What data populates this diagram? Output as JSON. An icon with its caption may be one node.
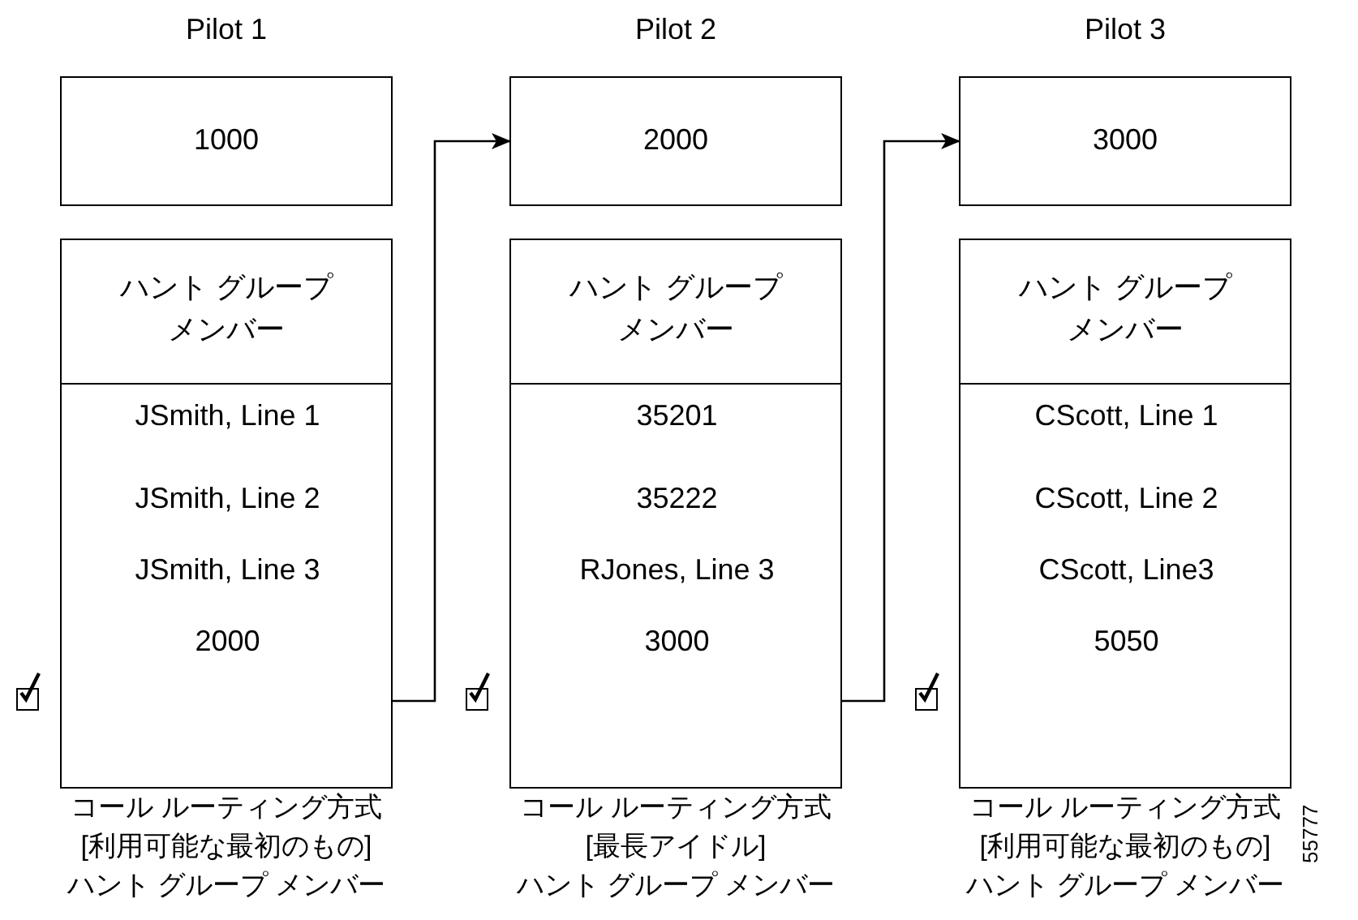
{
  "diagram": {
    "nodes": [
      {
        "text": [
          "Pilot 1",
          "1000"
        ]
      },
      {
        "text": [
          "ハント グループメンバー"
        ],
        "beside": [
          "コール ルーティング方式",
          "[利用可能な最初のもの]",
          "ハント グループ メンバー"
        ]
      },
      {
        "text": [
          "JSmith, Line 1"
        ],
        "in": 1
      },
      {
        "text": [
          "JSmith, Line 2"
        ],
        "in": 1
      },
      {
        "text": [
          "JSmith, Line 3"
        ],
        "in": 1
      },
      {
        "text": [
          "2000"
        ],
        "in": 1
      },
      {
        "text": [
          "Pilot 2",
          "2000"
        ]
      },
      {
        "text": [
          "ハント グループメンバー"
        ],
        "beside": [
          "コール ルーティング方式",
          "[最長アイドル]",
          "ハント グループ メンバー"
        ]
      },
      {
        "text": [
          "35201"
        ],
        "in": 7
      },
      {
        "text": [
          "35222"
        ],
        "in": 7
      },
      {
        "text": [
          "RJones, Line 3"
        ],
        "in": 7
      },
      {
        "text": [
          "3000"
        ],
        "in": 7
      },
      {
        "text": [
          "Pilot 3",
          "3000"
        ]
      },
      {
        "text": [
          "ハント グループメンバー"
        ],
        "beside": [
          "コール ルーティング方式",
          "[利用可能な最初のもの]",
          "ハント グループ メンバー"
        ]
      },
      {
        "text": [
          "CScott, Line 1"
        ],
        "in": 13
      },
      {
        "text": [
          "CScott, Line 2"
        ],
        "in": 13
      },
      {
        "text": [
          "CScott, Line3"
        ],
        "in": 13
      },
      {
        "text": [
          "5050"
        ],
        "in": 13
      }
    ],
    "edges": [
      {
        "from": 1,
        "to": 6,
        "arrow": "to"
      },
      {
        "from": 7,
        "to": 12,
        "arrow": "to"
      }
    ],
    "labels": [
      "55777"
    ]
  }
}
